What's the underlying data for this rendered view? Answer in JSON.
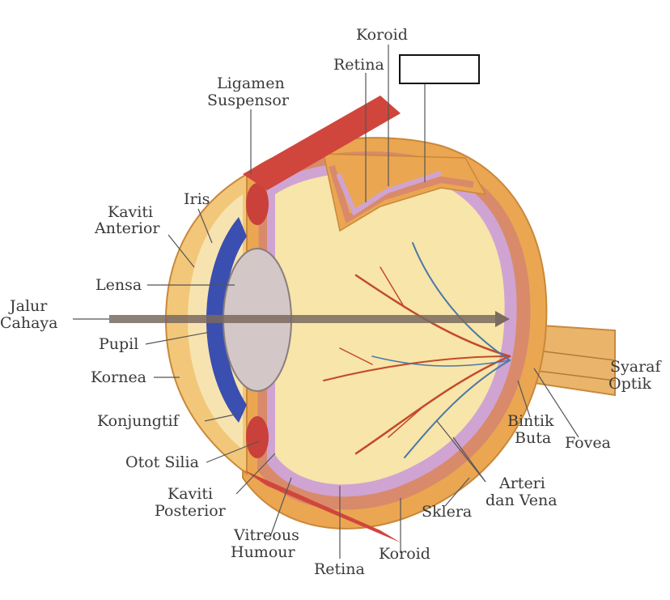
{
  "labels": {
    "koroid_top": "Koroid",
    "retina_top": "Retina",
    "ligamen_1": "Ligamen",
    "ligamen_2": "Suspensor",
    "iris": "Iris",
    "kaviti_anterior_1": "Kaviti",
    "kaviti_anterior_2": "Anterior",
    "lensa": "Lensa",
    "jalur_1": "Jalur",
    "jalur_2": "Cahaya",
    "pupil": "Pupil",
    "kornea": "Kornea",
    "konjungtif": "Konjungtif",
    "otot_silia": "Otot Silia",
    "kaviti_posterior_1": "Kaviti",
    "kaviti_posterior_2": "Posterior",
    "vitreous_1": "Vitreous",
    "vitreous_2": "Humour",
    "retina_bottom": "Retina",
    "koroid_bottom": "Koroid",
    "sklera": "Sklera",
    "arteri_1": "Arteri",
    "arteri_2": "dan Vena",
    "bintik_1": "Bintik",
    "bintik_2": "Buta",
    "fovea": "Fovea",
    "syaraf_1": "Syaraf",
    "syaraf_2": "Optik"
  },
  "colors": {
    "sclera": "#e8a24a",
    "choroid": "#d98a6a",
    "retina": "#c9a3cf",
    "vitreous": "#f6e3a6",
    "lens": "#cfc3c3",
    "iris": "#3a4fb0",
    "muscle": "#c9413a",
    "light_path": "#7a6a60",
    "vessel_red": "#c44a2a",
    "vessel_blue": "#4a78a8"
  }
}
